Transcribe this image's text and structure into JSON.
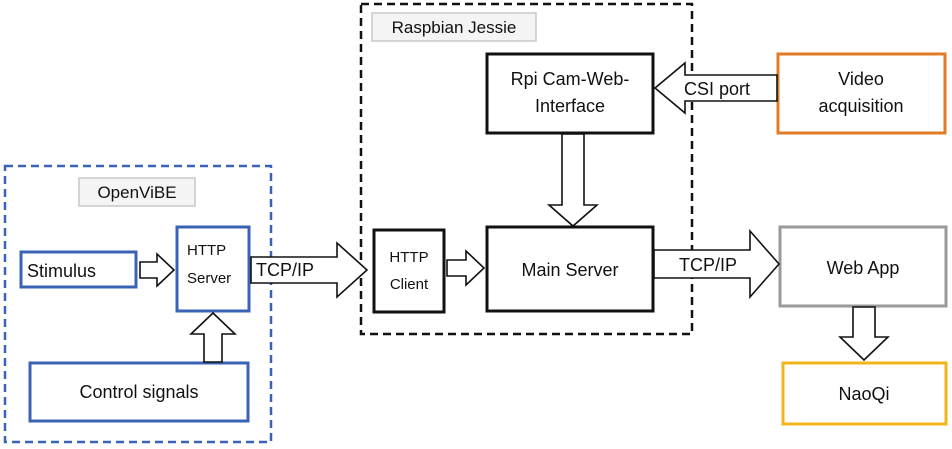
{
  "groups": {
    "openvibe": {
      "label": "OpenViBE",
      "color": "#3a62b5"
    },
    "raspbian": {
      "label": "Raspbian Jessie",
      "color": "#111111"
    }
  },
  "nodes": {
    "stimulus": {
      "label": "Stimulus",
      "color": "#3a62b5"
    },
    "http_server": {
      "line1": "HTTP",
      "line2": "Server",
      "color": "#3a62b5"
    },
    "control_signals": {
      "label": "Control signals",
      "color": "#3a62b5"
    },
    "http_client": {
      "line1": "HTTP",
      "line2": "Client",
      "color": "#111111"
    },
    "main_server": {
      "label": "Main Server",
      "color": "#111111"
    },
    "rpi_cam": {
      "line1": "Rpi Cam-Web-",
      "line2": "Interface",
      "color": "#111111"
    },
    "video_acquisition": {
      "line1": "Video",
      "line2": "acquisition",
      "color": "#e07b27"
    },
    "web_app": {
      "label": "Web App",
      "color": "#9a9a9a"
    },
    "naoqi": {
      "label": "NaoQi",
      "color": "#f2b418"
    }
  },
  "edges": {
    "tcp_ip_1": {
      "label": "TCP/IP"
    },
    "tcp_ip_2": {
      "label": "TCP/IP"
    },
    "csi_port": {
      "label": "CSI port"
    }
  }
}
